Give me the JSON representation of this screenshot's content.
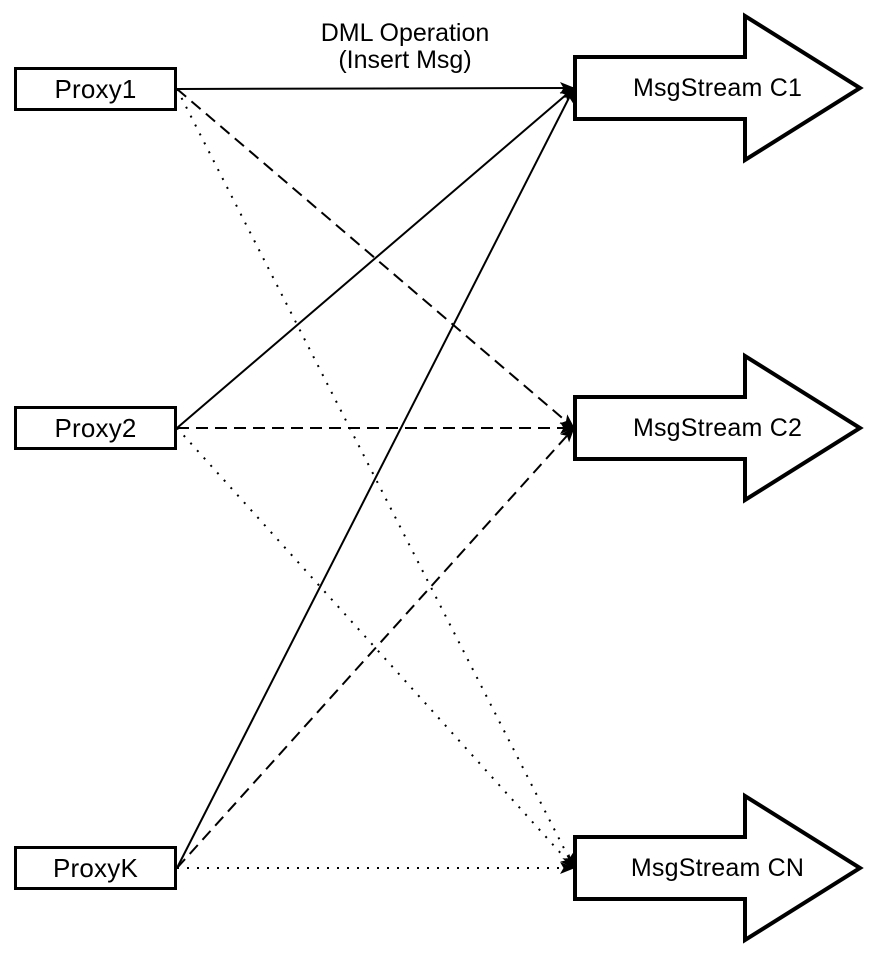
{
  "edge_label": {
    "line1": "DML Operation",
    "line2": "(Insert Msg)"
  },
  "proxies": [
    {
      "id": "proxy1",
      "label": "Proxy1"
    },
    {
      "id": "proxy2",
      "label": "Proxy2"
    },
    {
      "id": "proxyk",
      "label": "ProxyK"
    }
  ],
  "streams": [
    {
      "id": "c1",
      "label": "MsgStream C1"
    },
    {
      "id": "c2",
      "label": "MsgStream C2"
    },
    {
      "id": "cn",
      "label": "MsgStream CN"
    }
  ],
  "connections": [
    {
      "from": "proxy1",
      "to": "c1",
      "style": "solid"
    },
    {
      "from": "proxy1",
      "to": "c2",
      "style": "dashed"
    },
    {
      "from": "proxy1",
      "to": "cn",
      "style": "dotted"
    },
    {
      "from": "proxy2",
      "to": "c1",
      "style": "solid"
    },
    {
      "from": "proxy2",
      "to": "c2",
      "style": "dashed"
    },
    {
      "from": "proxy2",
      "to": "cn",
      "style": "dotted"
    },
    {
      "from": "proxyk",
      "to": "c1",
      "style": "solid"
    },
    {
      "from": "proxyk",
      "to": "c2",
      "style": "dashed"
    },
    {
      "from": "proxyk",
      "to": "cn",
      "style": "dotted"
    }
  ],
  "colors": {
    "stroke": "#000000",
    "fill": "#ffffff"
  }
}
